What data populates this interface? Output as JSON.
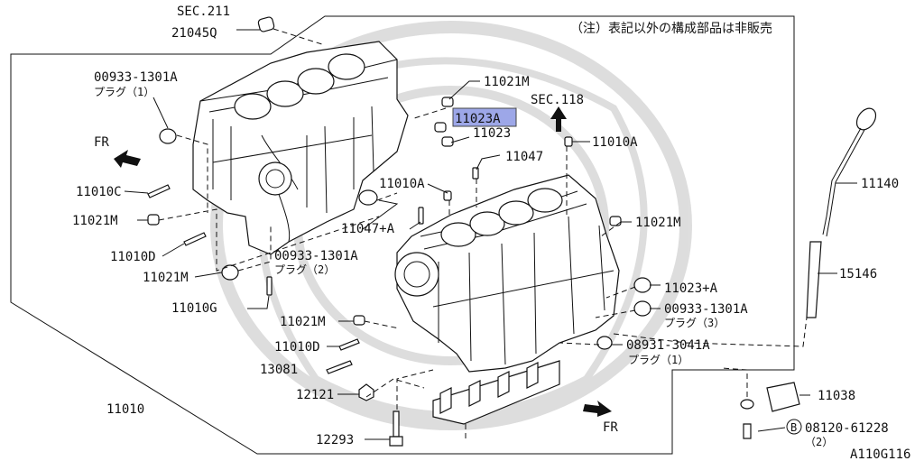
{
  "notes": {
    "not_sold": "（注）表記以外の構成部品は非販売",
    "figure_code": "A110G116"
  },
  "highlight_color": "#9da7e8",
  "sections": {
    "sec211": "SEC.211",
    "sec118": "SEC.118"
  },
  "directions": {
    "fr_top": "FR",
    "fr_bottom": "FR"
  },
  "parts": {
    "p21045q": "21045Q",
    "p00933_plug1": "00933-1301A",
    "p00933_plug1_sub": "プラグ（1）",
    "p11021m_a": "11021M",
    "p11023a_hl": "11023A",
    "p11023": "11023",
    "p11010a_a": "11010A",
    "p11047": "11047",
    "p11010a_b": "11010A",
    "p11047a": "11047+A",
    "p11010c": "11010C",
    "p11021m_b": "11021M",
    "p11010d_a": "11010D",
    "p11021m_c": "11021M",
    "p11010g": "11010G",
    "p00933_plug2": "00933-1301A",
    "p00933_plug2_sub": "プラグ（2）",
    "p11021m_d": "11021M",
    "p11140": "11140",
    "p15146": "15146",
    "p11023a_b": "11023+A",
    "p00933_plug3": "00933-1301A",
    "p00933_plug3_sub": "プラグ（3）",
    "p11021m_e": "11021M",
    "p11010d_b": "11010D",
    "p13081": "13081",
    "p08931": "08931-3041A",
    "p08931_sub": "プラグ（1）",
    "p12121": "12121",
    "p11010": "11010",
    "p12293": "12293",
    "p11038": "11038",
    "p08120_prefix": "B",
    "p08120": "08120-61228",
    "p08120_sub": "（2）"
  }
}
